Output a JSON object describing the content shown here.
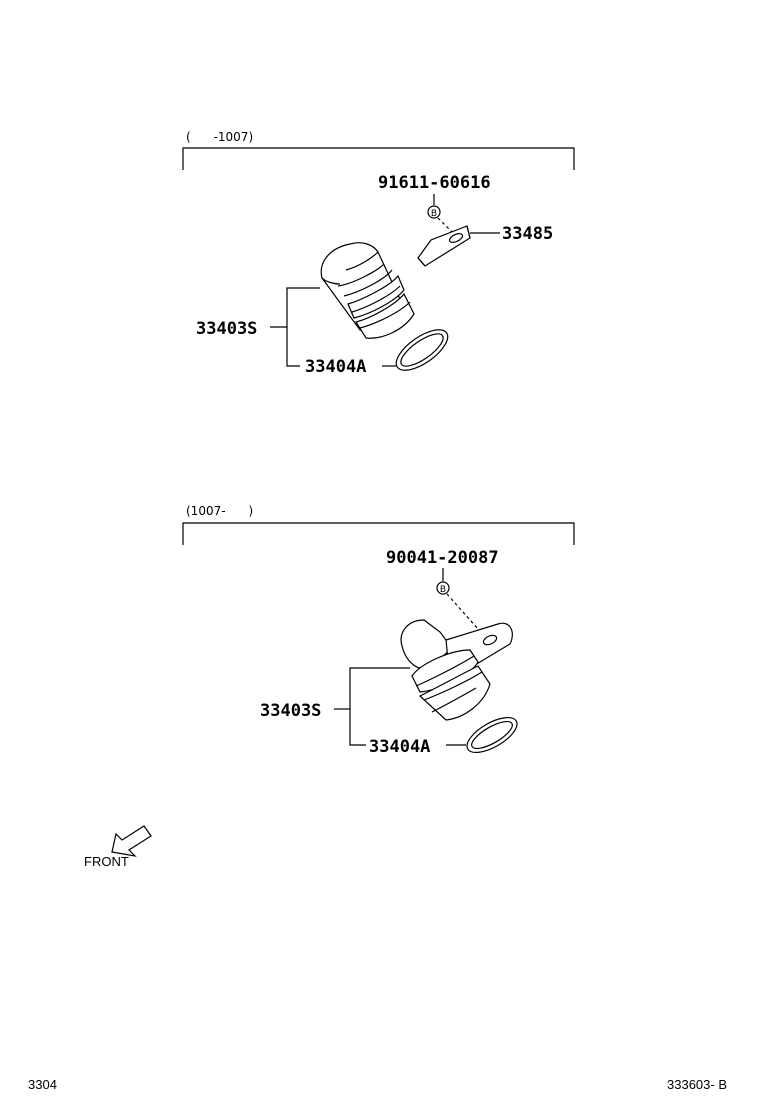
{
  "sections": [
    {
      "range_label": "(      -1007)",
      "callouts": {
        "bolt": "91611-60616",
        "bolt_marker": "B",
        "plate": "33485",
        "sensor": "33403S",
        "oring": "33404A"
      }
    },
    {
      "range_label": "(1007-      )",
      "callouts": {
        "bolt": "90041-20087",
        "bolt_marker": "B",
        "sensor": "33403S",
        "oring": "33404A"
      }
    }
  ],
  "front_label": "FRONT",
  "footer": {
    "left_code": "3304",
    "right_code": "333603- B"
  }
}
